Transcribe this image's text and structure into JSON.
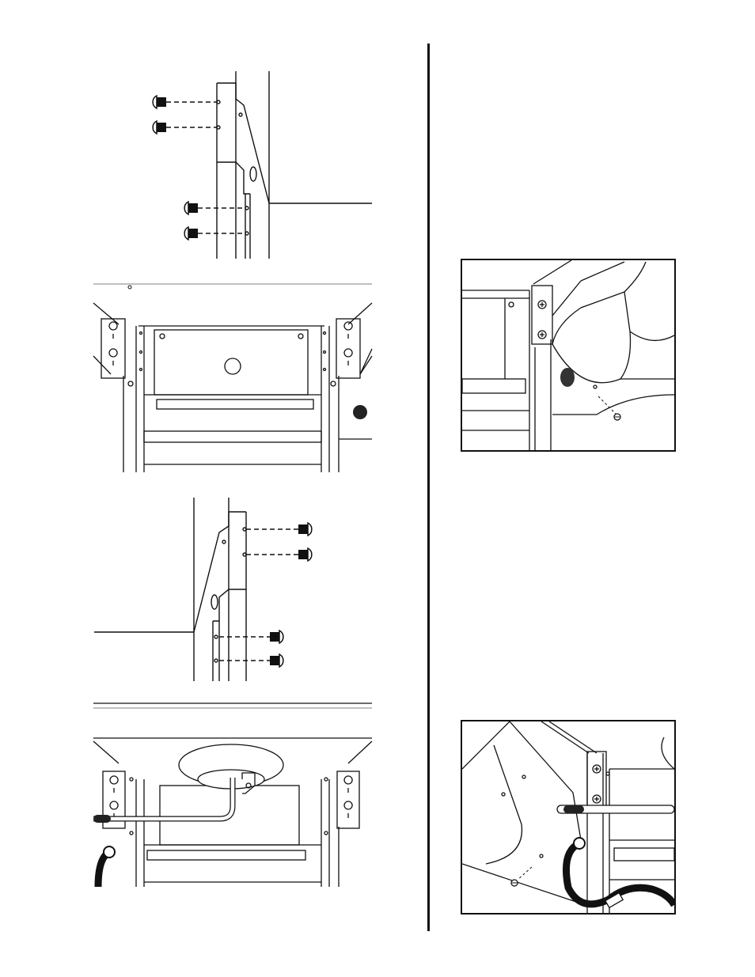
{
  "page": {
    "colors": {
      "ink": "#111111",
      "paper": "#ffffff",
      "shade": "#e6e6e6",
      "mid": "#bdbdbd"
    }
  },
  "figures": [
    {
      "id": "fig-1",
      "icon": "bracket-screws-left-side-view"
    },
    {
      "id": "fig-2",
      "icon": "cart-front-view-brackets"
    },
    {
      "id": "fig-3",
      "icon": "bracket-screws-right-side-view"
    },
    {
      "id": "fig-4",
      "icon": "cart-front-view-gas-pipe"
    },
    {
      "id": "fig-5",
      "icon": "inset-left-bracket-detail"
    },
    {
      "id": "fig-6",
      "icon": "inset-right-bracket-hose-detail"
    }
  ]
}
